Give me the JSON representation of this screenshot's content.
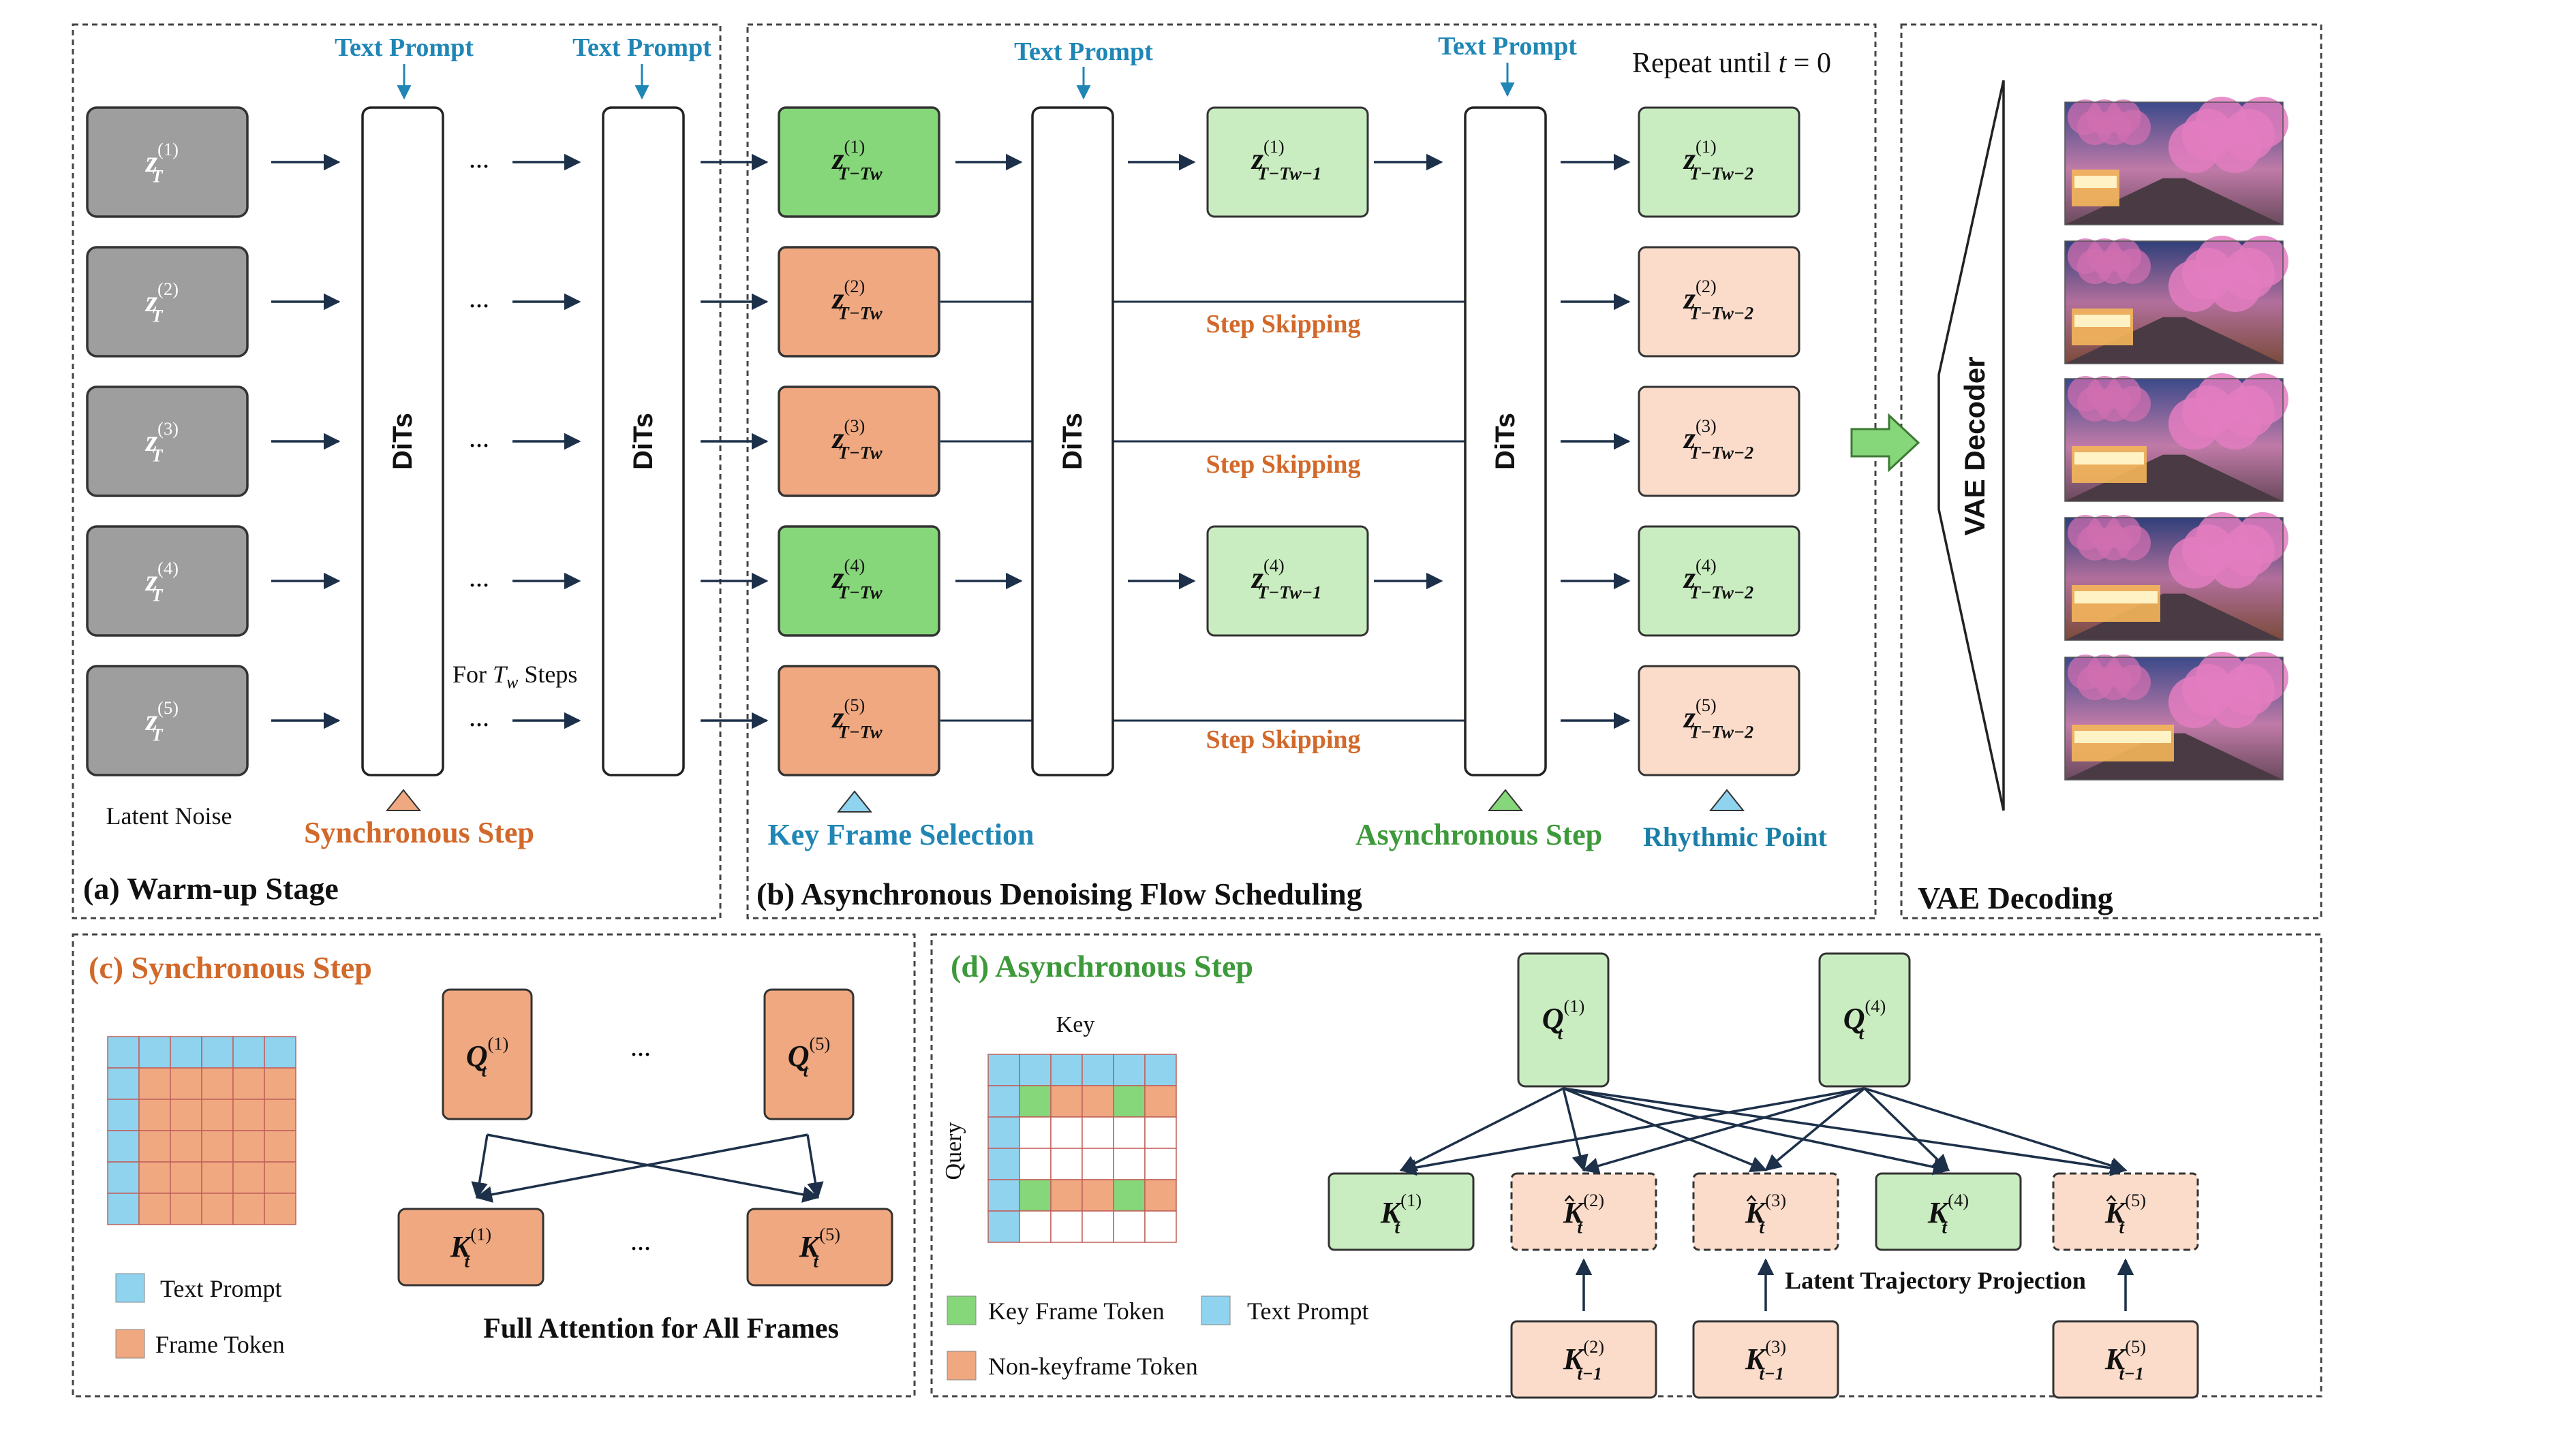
{
  "panels": {
    "a": "(a) Warm-up Stage",
    "b": "(b) Asynchronous Denoising Flow Scheduling",
    "vae": "VAE Decoding",
    "c": "(c) Synchronous Step",
    "d": "(d) Asynchronous Step"
  },
  "labels": {
    "text_prompt": "Text Prompt",
    "dits": "DiTs",
    "ellipsis": "...",
    "for_tw_steps_prefix": "For ",
    "for_tw_steps_var": "T",
    "for_tw_steps_sub": "w",
    "for_tw_steps_suffix": " Steps",
    "latent_noise": "Latent Noise",
    "synchronous_step": "Synchronous Step",
    "key_frame_selection": "Key Frame Selection",
    "asynchronous_step": "Asynchronous Step",
    "rhythmic_point": "Rhythmic Point",
    "step_skipping": "Step Skipping",
    "repeat_until": "Repeat until t = 0",
    "vae_decoder": "VAE Decoder",
    "key": "Key",
    "query": "Query",
    "text_prompt_legend": "Text Prompt",
    "frame_token": "Frame Token",
    "full_attention": "Full Attention for All Frames",
    "key_frame_token": "Key Frame Token",
    "non_keyframe_token": "Non-keyframe Token",
    "latent_trajectory_projection": "Latent Trajectory Projection"
  },
  "math": {
    "z": "z",
    "T": "T",
    "sub_T_Tw": "T−Tw",
    "sub_T_Tw_1": "T−Tw−1",
    "sub_T_Tw_2": "T−Tw−2",
    "Q": "Q",
    "K": "K",
    "t": "t",
    "t_minus_1": "t−1",
    "frames": [
      "(1)",
      "(2)",
      "(3)",
      "(4)",
      "(5)"
    ]
  },
  "colors": {
    "gray": "#9e9e9e",
    "green_dark": "#86d67a",
    "green_light": "#c9ecc0",
    "orange": "#f0a880",
    "orange_light": "#fbdccb",
    "blue": "#8fd3ef",
    "blue_text": "#1f86b5",
    "orange_text": "#d2692a",
    "green_text": "#3d9a3a",
    "teal_text": "#1a7fa8",
    "arrow": "#1d3049"
  }
}
